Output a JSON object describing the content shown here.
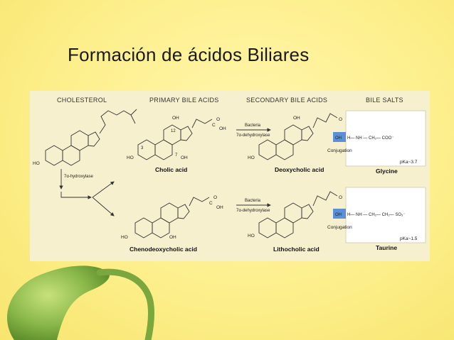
{
  "title": "Formación de ácidos Biliares",
  "headers": [
    "CHOLESTEROL",
    "PRIMARY BILE ACIDS",
    "SECONDARY BILE ACIDS",
    "BILE SALTS"
  ],
  "compounds": {
    "cholic": "Cholic acid",
    "chenodeoxycholic": "Chenodeoxycholic acid",
    "deoxycholic": "Deoxycholic acid",
    "lithocholic": "Lithocholic acid"
  },
  "enzyme": "7α-hydroxylase",
  "bacteria": {
    "label": "Bacteria",
    "enzyme": "7α-dehydroxylase"
  },
  "groups": {
    "ho": "HO",
    "oh": "OH",
    "cooh_c": "C",
    "cooh_oh": "OH",
    "o": "O",
    "n12": "12",
    "n7": "7",
    "n3": "3"
  },
  "salts": [
    {
      "name": "Glycine",
      "formula_oh": "OH",
      "formula_rest": "H— NH — CH₂— COO⁻",
      "conjugation": "Conjugation",
      "pka": "pKa~3.7"
    },
    {
      "name": "Taurine",
      "formula_oh": "OH",
      "formula_rest": "H— NH — CH₂— CH₂— SO₃⁻",
      "conjugation": "Conjugation",
      "pka": "pKa~1.5"
    }
  ],
  "colors": {
    "highlight": "#5b8fd6",
    "gallbladder": "#8ab84a"
  }
}
